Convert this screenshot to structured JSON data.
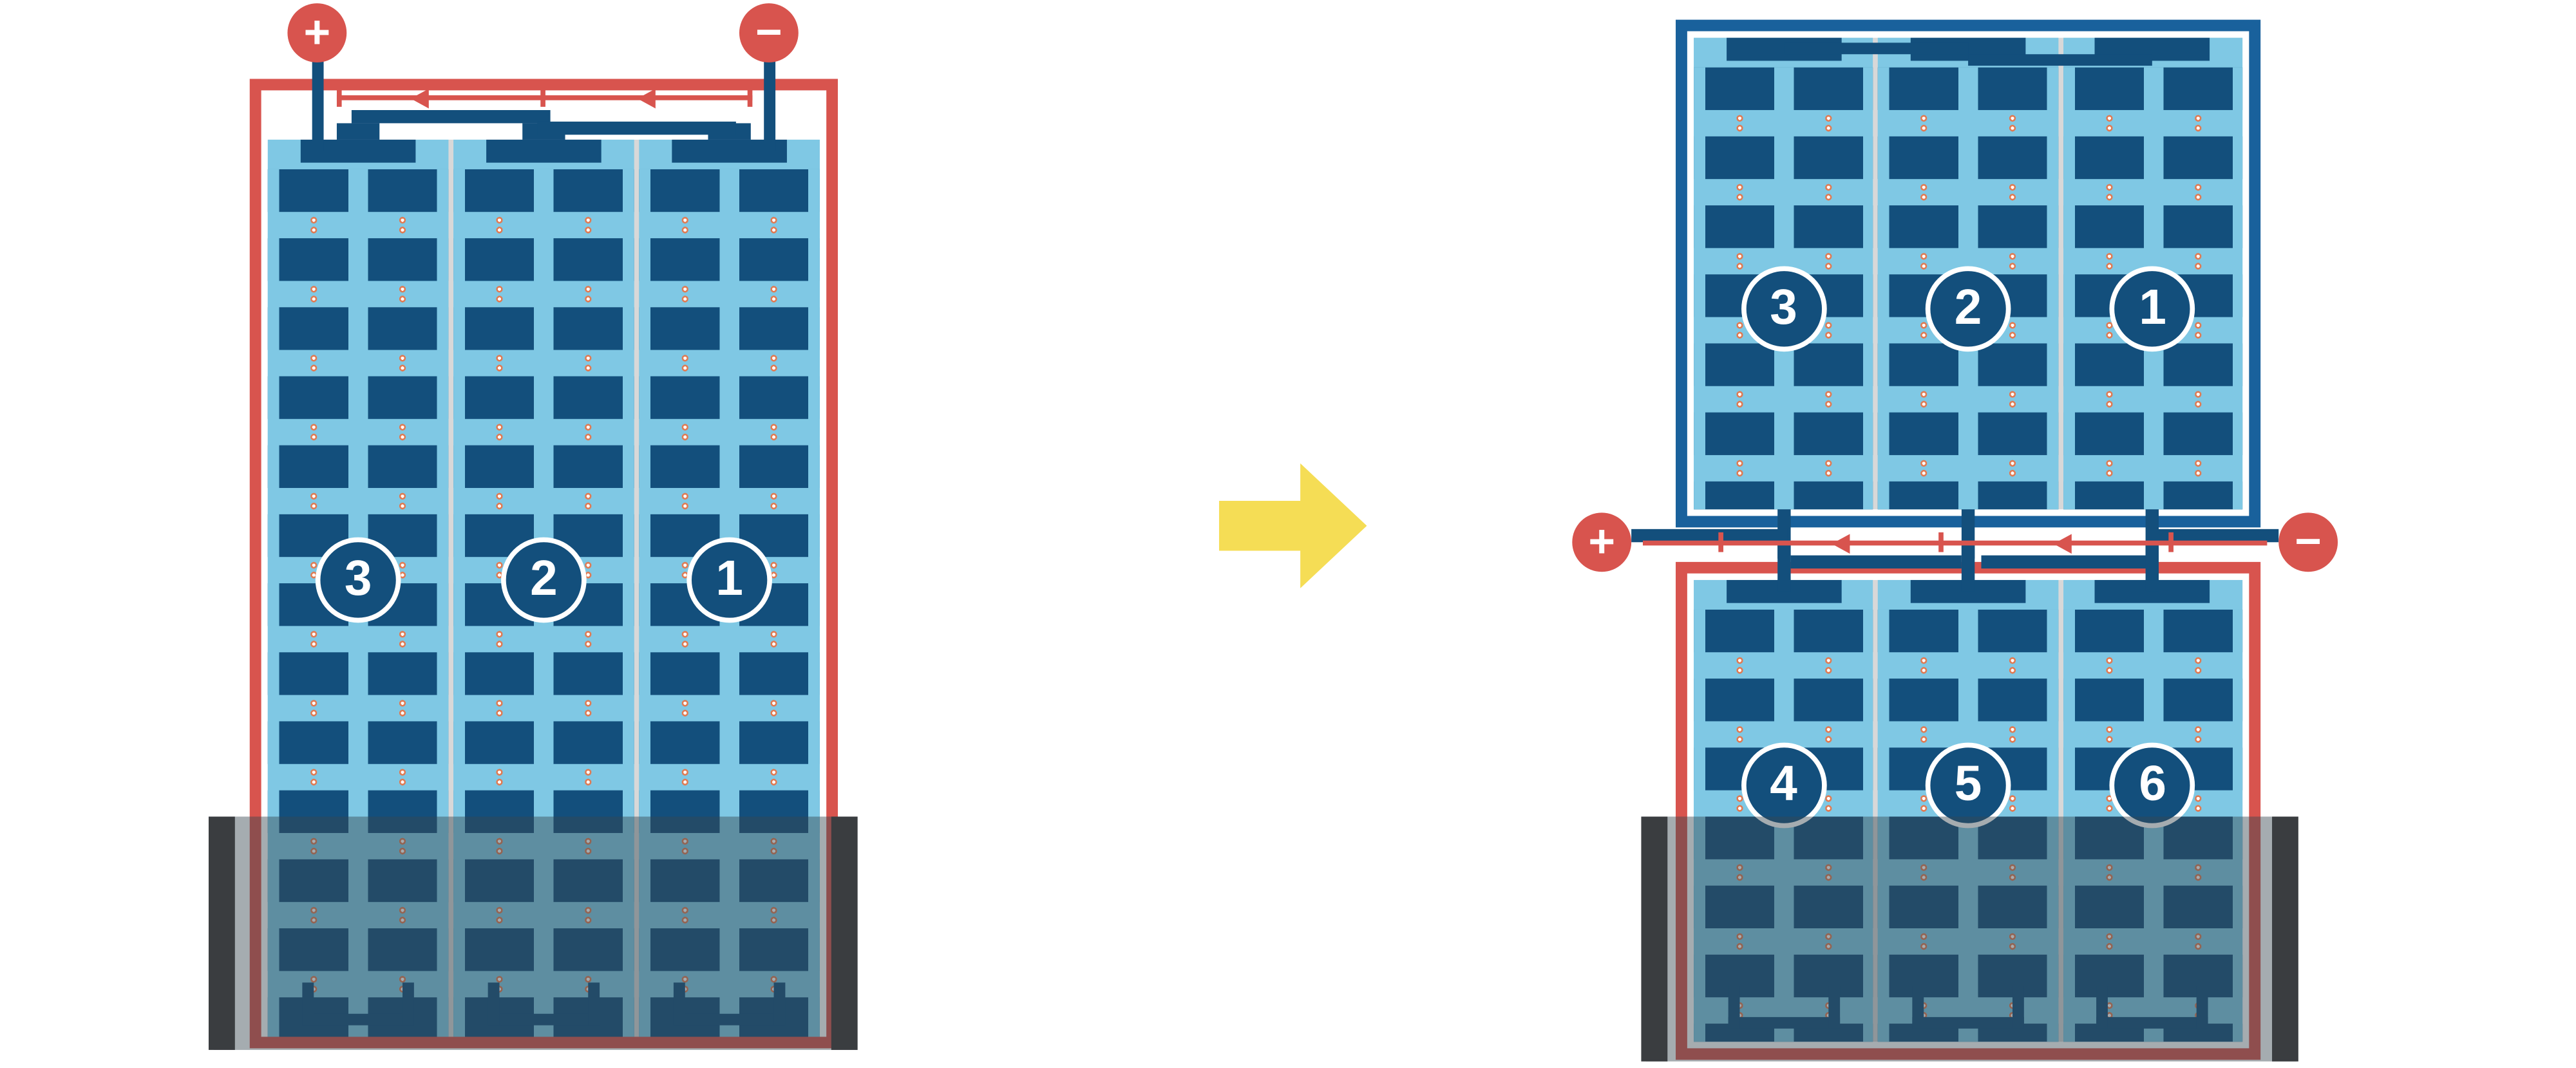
{
  "colors": {
    "red": "#D8544E",
    "navy": "#134F7C",
    "frame_blue": "#19619C",
    "light_blue": "#7FC8E4",
    "yellow": "#F5DD55",
    "dot_orange": "#E07A52",
    "divider_gray": "#D8D8D8",
    "water_shade": "rgba(55,70,80,0.45)",
    "water_bar": "#3A3D40"
  },
  "left_module": {
    "terminal_plus": "+",
    "terminal_minus": "−",
    "strings": [
      {
        "label": "3"
      },
      {
        "label": "2"
      },
      {
        "label": "1"
      }
    ]
  },
  "right_top_module": {
    "strings": [
      {
        "label": "3"
      },
      {
        "label": "2"
      },
      {
        "label": "1"
      }
    ]
  },
  "right_bottom_module": {
    "terminal_plus": "+",
    "terminal_minus": "−",
    "strings": [
      {
        "label": "4"
      },
      {
        "label": "5"
      },
      {
        "label": "6"
      }
    ]
  }
}
